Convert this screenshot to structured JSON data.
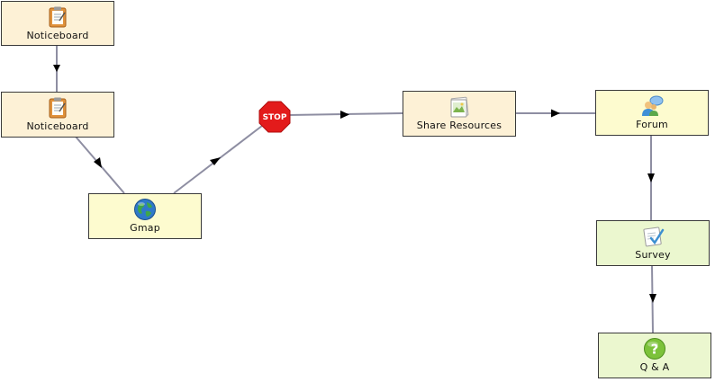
{
  "colors": {
    "connector": "#8e8ea2",
    "arrowhead": "#000000",
    "node_border": "#3a3a3a",
    "fill_noticeboard": "#fdf1d6",
    "fill_yellow": "#fdfbcf",
    "fill_green": "#ebf7cf",
    "stop_red": "#e31b1b"
  },
  "nodes": [
    {
      "id": "noticeboard-1",
      "label": "Noticeboard",
      "icon": "clipboard-icon"
    },
    {
      "id": "noticeboard-2",
      "label": "Noticeboard",
      "icon": "clipboard-icon"
    },
    {
      "id": "gmap",
      "label": "Gmap",
      "icon": "globe-icon"
    },
    {
      "id": "share-resources",
      "label": "Share Resources",
      "icon": "picture-icon"
    },
    {
      "id": "forum",
      "label": "Forum",
      "icon": "chat-users-icon"
    },
    {
      "id": "survey",
      "label": "Survey",
      "icon": "survey-checklist-icon"
    },
    {
      "id": "qa",
      "label": "Q & A",
      "icon": "question-icon"
    }
  ],
  "stop": {
    "label": "STOP",
    "icon": "stop-sign-icon"
  },
  "edges": [
    [
      "noticeboard-1",
      "noticeboard-2"
    ],
    [
      "noticeboard-2",
      "gmap"
    ],
    [
      "gmap",
      "stop"
    ],
    [
      "stop",
      "share-resources"
    ],
    [
      "share-resources",
      "forum"
    ],
    [
      "forum",
      "survey"
    ],
    [
      "survey",
      "qa"
    ]
  ]
}
